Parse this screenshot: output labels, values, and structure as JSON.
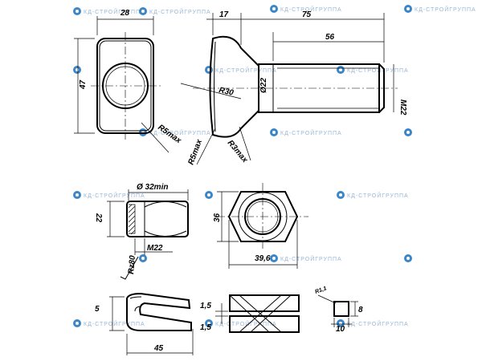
{
  "watermark": {
    "text": "КД-СТРОЙГРУППА",
    "accent": "#3a86c8"
  },
  "bolt_head_top": {
    "width_dim": "28",
    "height_dim": "47",
    "radius_note": "R5max"
  },
  "bolt_side": {
    "head_dim": "17",
    "total_dim": "75",
    "thread_dim": "56",
    "diameter_dim": "Ø22",
    "thread_label": "M22",
    "radius_r30": "R30",
    "radius_r3": "R3max",
    "radius_r5": "R5max"
  },
  "nut_side": {
    "top_dim": "Ø 32min",
    "height_dim": "22",
    "thread_label": "M22",
    "roughness": "Rz80"
  },
  "nut_front": {
    "height_dim": "36",
    "width_dim": "39,6"
  },
  "washer": {
    "height_dim": "5",
    "width_dim": "45",
    "gap_top": "1,5",
    "gap_bottom": "1,5",
    "section_8": "8",
    "section_10": "10",
    "section_r": "R1,1"
  }
}
